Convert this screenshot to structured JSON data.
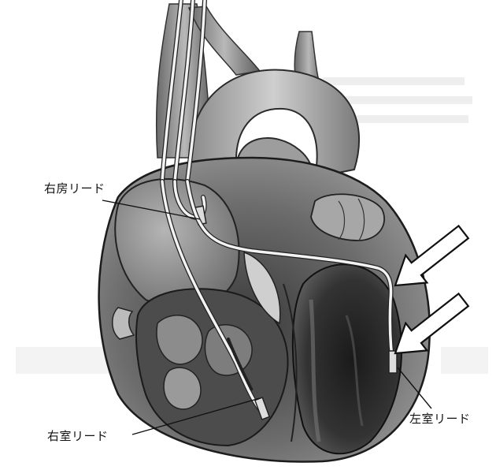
{
  "labels": {
    "right_atrial_lead": "右房リード",
    "right_ventricular_lead": "右室リード",
    "left_ventricular_lead": "左室リード"
  },
  "colors": {
    "background": "#ffffff",
    "lead_outline": "#222222",
    "lead_fill": "#f2f2f2",
    "arrow_fill": "#ffffff"
  }
}
